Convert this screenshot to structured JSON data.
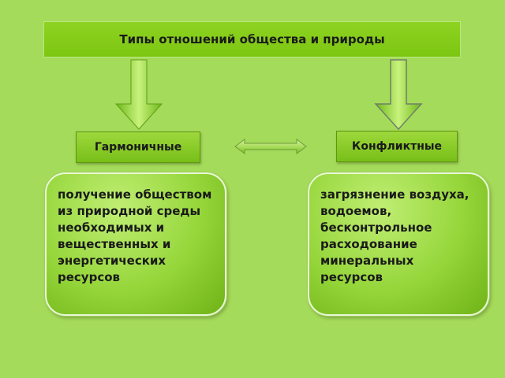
{
  "title": "Типы отношений общества и природы",
  "left": {
    "label": "Гармоничные",
    "text": "получение обществом из природной среды необходимых и вещественных и энергетических ресурсов"
  },
  "right": {
    "label": "Конфликтные",
    "text": "загрязнение воздуха, водоемов, бесконтрольное расходование минеральных ресурсов"
  },
  "colors": {
    "background": "#a5db5a",
    "box": "#7cc612",
    "arrow": "#8ccf2e"
  }
}
